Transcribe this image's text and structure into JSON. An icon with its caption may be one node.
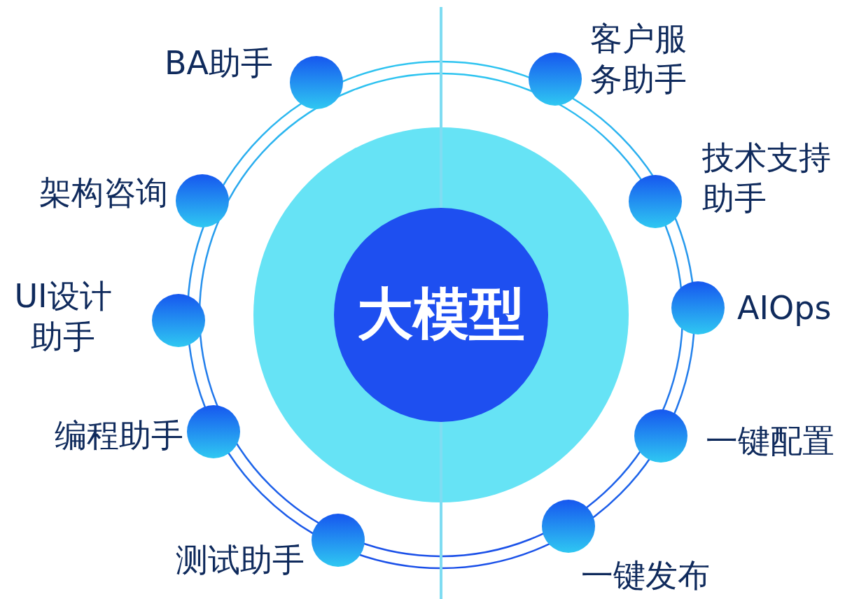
{
  "diagram": {
    "nodes": [
      {
        "text": [
          "大模型"
        ]
      },
      {
        "text": [],
        "shape": "circle",
        "beside": [
          "BA助手"
        ]
      },
      {
        "text": [],
        "shape": "circle",
        "beside": [
          "客户服务助手"
        ]
      },
      {
        "text": [],
        "shape": "circle",
        "beside": [
          "架构咨询"
        ]
      },
      {
        "text": [],
        "shape": "circle",
        "beside": [
          "技术支持助手"
        ]
      },
      {
        "text": [],
        "shape": "circle",
        "beside": [
          "UI设计助手"
        ]
      },
      {
        "text": [],
        "shape": "circle",
        "beside": [
          "AIOps"
        ]
      },
      {
        "text": [],
        "shape": "circle",
        "beside": [
          "编程助手"
        ]
      },
      {
        "text": [],
        "shape": "circle",
        "beside": [
          "一键配置"
        ]
      },
      {
        "text": [],
        "shape": "circle",
        "beside": [
          "测试助手"
        ]
      },
      {
        "text": [],
        "shape": "circle",
        "beside": [
          "一键发布"
        ]
      }
    ]
  }
}
